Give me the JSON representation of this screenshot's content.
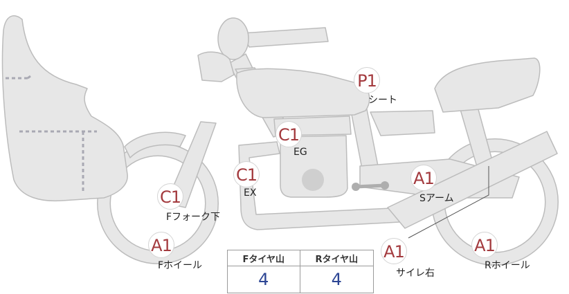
{
  "colors": {
    "part_fill": "#e7e7e7",
    "part_stroke": "#bcbcbc",
    "badge_text": "#a33a3e",
    "value_text": "#2c4594",
    "dotted_line": "#a9a9b3"
  },
  "markers": [
    {
      "id": "seat",
      "grade": "P1",
      "label": "シート"
    },
    {
      "id": "engine",
      "grade": "C1",
      "label": "EG"
    },
    {
      "id": "exhaust",
      "grade": "C1",
      "label": "EX"
    },
    {
      "id": "front-fork-lower",
      "grade": "C1",
      "label": "Fフォーク下"
    },
    {
      "id": "swing-arm",
      "grade": "A1",
      "label": "Sアーム"
    },
    {
      "id": "front-wheel",
      "grade": "A1",
      "label": "Fホイール"
    },
    {
      "id": "side-cover-right",
      "grade": "A1",
      "label": "サイレ右"
    },
    {
      "id": "rear-wheel",
      "grade": "A1",
      "label": "Rホイール"
    }
  ],
  "tread_table": {
    "headers": [
      "Fタイヤ山",
      "Rタイヤ山"
    ],
    "values": [
      "4",
      "4"
    ]
  }
}
